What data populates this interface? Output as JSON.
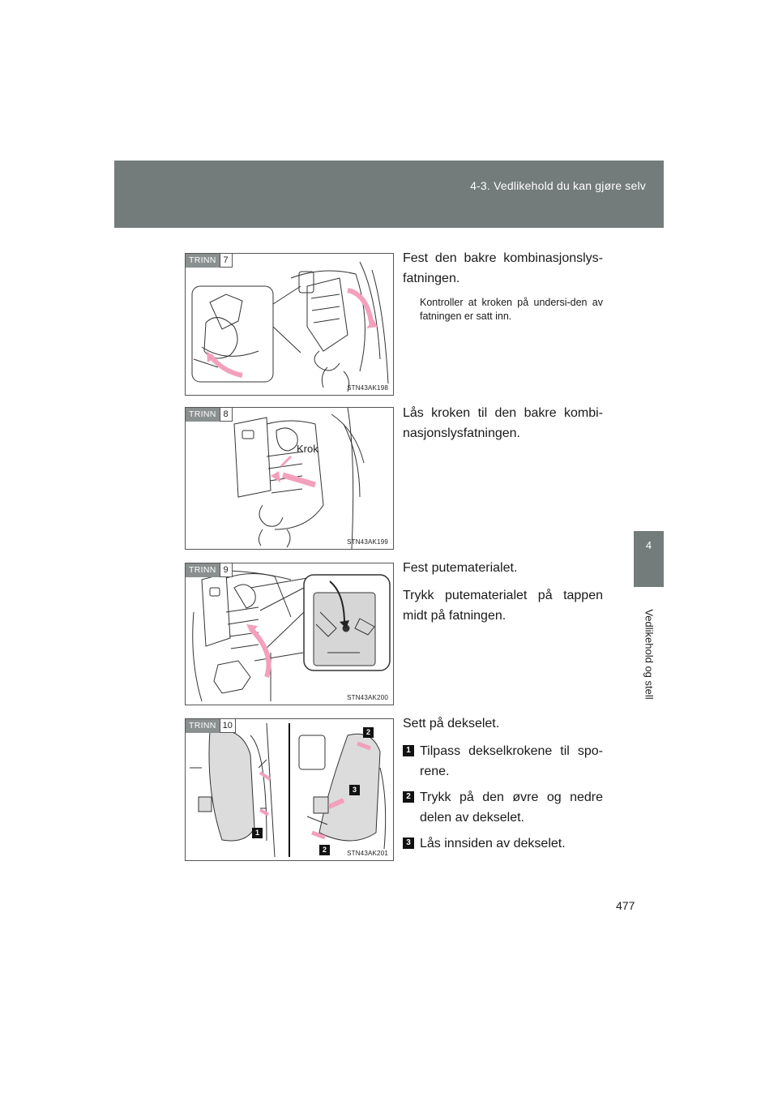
{
  "header": {
    "section": "4-3. Vedlikehold du kan gjøre selv"
  },
  "side_tab": {
    "chapter_number": "4",
    "chapter_label": "Vedlikehold og stell"
  },
  "steps": [
    {
      "badge": "TRINN",
      "number": "7",
      "code": "STN43AK198",
      "text": "Fest den bakre kombinasjonslys-fatningen.",
      "note": "Kontroller at kroken på undersi-den av fatningen er satt inn."
    },
    {
      "badge": "TRINN",
      "number": "8",
      "code": "STN43AK199",
      "callout": "Krok",
      "text": "Lås kroken til den bakre kombi-nasjonslysfatningen."
    },
    {
      "badge": "TRINN",
      "number": "9",
      "code": "STN43AK200",
      "text": "Fest putematerialet.",
      "text2": "Trykk putematerialet på tappen midt på fatningen."
    },
    {
      "badge": "TRINN",
      "number": "10",
      "code": "STN43AK201",
      "text": "Sett på dekselet.",
      "markers": [
        "1",
        "2",
        "3",
        "2"
      ],
      "items": [
        {
          "num": "1",
          "text": "Tilpass dekselkrokene til spo-rene."
        },
        {
          "num": "2",
          "text": "Trykk på den øvre og nedre delen av dekselet."
        },
        {
          "num": "3",
          "text": "Lås innsiden av dekselet."
        }
      ]
    }
  ],
  "page_number": "477",
  "colors": {
    "header_band": "#737c7b",
    "arrow_pink": "#f2a0bc",
    "badge_gray": "#8a8f8f"
  }
}
